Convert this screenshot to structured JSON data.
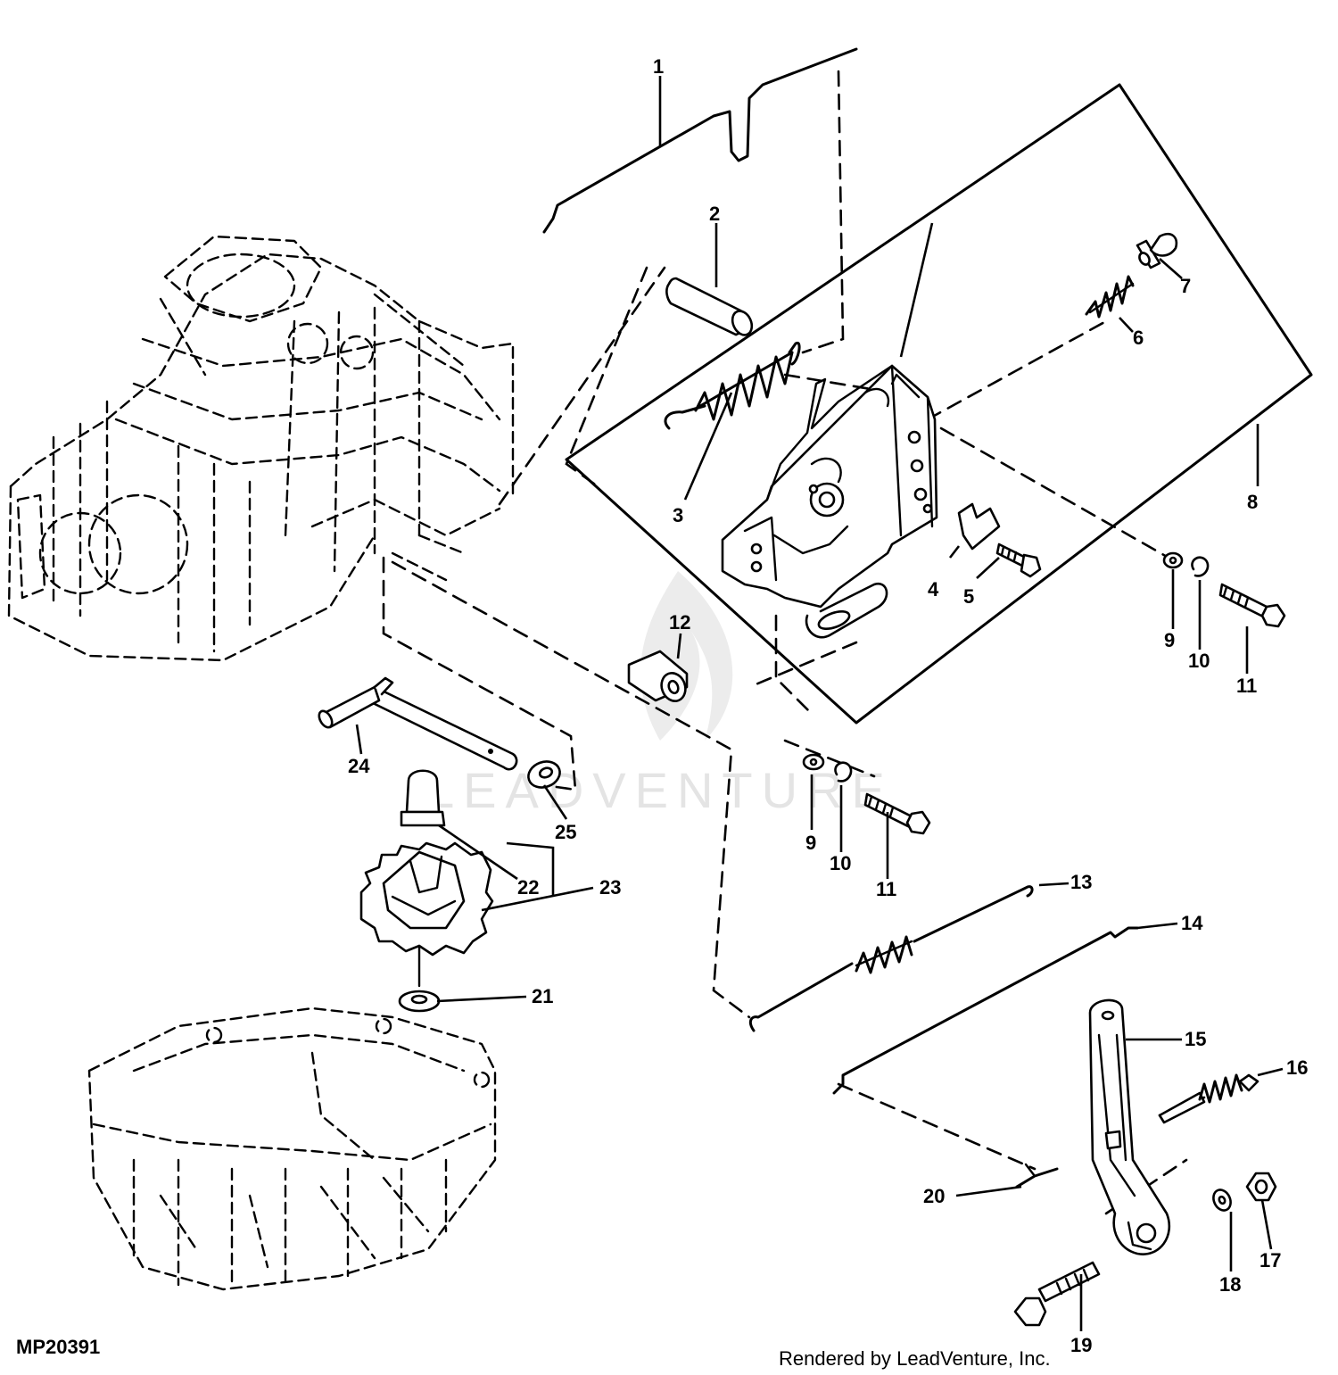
{
  "figure_id": "MP20391",
  "credit": "Rendered by LeadVenture, Inc.",
  "watermark": "LEADVENTURE",
  "callouts": [
    "1",
    "2",
    "3",
    "4",
    "5",
    "6",
    "7",
    "8",
    "9",
    "10",
    "11",
    "12",
    "13",
    "14",
    "15",
    "16",
    "17",
    "18",
    "19",
    "20",
    "21",
    "22",
    "23",
    "24",
    "25",
    "9",
    "10",
    "11"
  ]
}
